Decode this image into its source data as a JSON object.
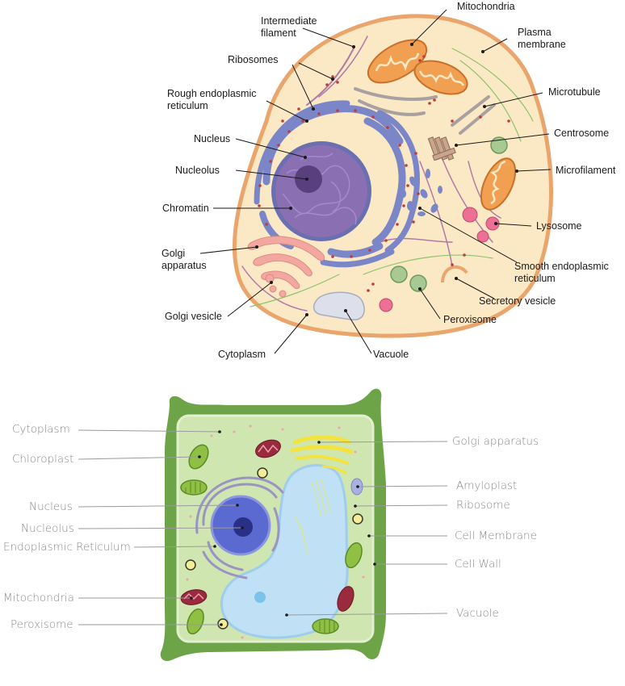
{
  "animal_cell": {
    "labels": {
      "intermediate_filament": "Intermediate\nfilament",
      "mitochondria": "Mitochondria",
      "plasma_membrane": "Plasma\nmembrane",
      "ribosomes": "Ribosomes",
      "microtubule": "Microtubule",
      "rough_er": "Rough endoplasmic\nreticulum",
      "centrosome": "Centrosome",
      "nucleus": "Nucleus",
      "nucleolus": "Nucleolus",
      "microfilament": "Microfilament",
      "chromatin": "Chromatin",
      "lysosome": "Lysosome",
      "golgi_apparatus": "Golgi\napparatus",
      "smooth_er": "Smooth endoplasmic\nreticulum",
      "secretory_vesicle": "Secretory vesicle",
      "golgi_vesicle": "Golgi vesicle",
      "peroxisome": "Peroxisome",
      "cytoplasm": "Cytoplasm",
      "vacuole": "Vacuole"
    }
  },
  "plant_cell": {
    "labels": {
      "cytoplasm": "Cytoplasm",
      "chloroplast": "Chloroplast",
      "nucleus": "Nucleus",
      "nucleolus": "Nucleolus",
      "endoplasmic_reticulum": "Endoplasmic Reticulum",
      "mitochondria": "Mitochondria",
      "peroxisome": "Peroxisome",
      "golgi_apparatus": "Golgi apparatus",
      "amyloplast": "Amyloplast",
      "ribosome": "Ribosome",
      "cell_membrane": "Cell Membrane",
      "cell_wall": "Cell Wall",
      "vacuole": "Vacuole"
    }
  },
  "colors": {
    "animal_cytoplasm": "#fbe9c6",
    "animal_membrane": "#e9a56b",
    "nucleus": "#8a6fb3",
    "er": "#7b86c9",
    "mitochondria": "#f0a050",
    "golgi": "#f2a8a0",
    "plant_wall": "#6ca447",
    "plant_cytoplasm": "#cfe6b1",
    "plant_vacuole": "#bfe0f5",
    "chloroplast": "#8fc044",
    "golgi_plant": "#f3e33c"
  }
}
